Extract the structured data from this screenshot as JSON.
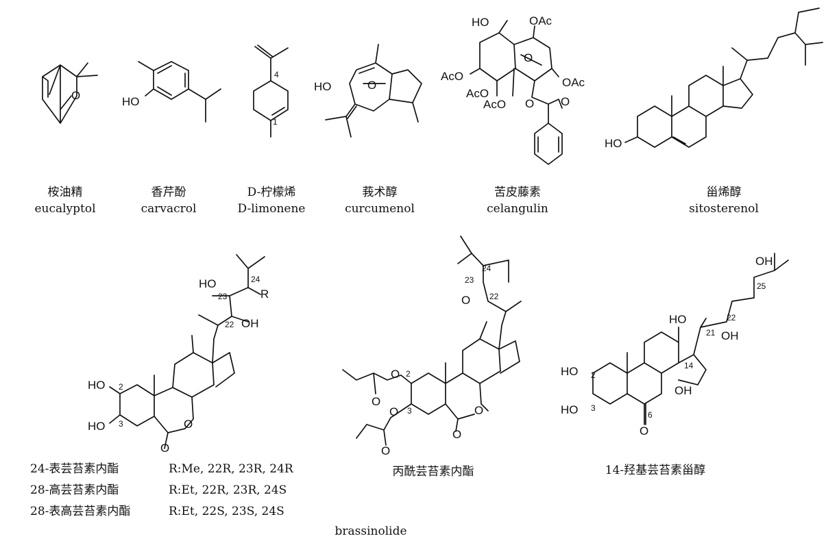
{
  "compounds_top": [
    {
      "zh": "桉油精",
      "en": "eucalyptol"
    },
    {
      "zh": "香芹酚",
      "en": "carvacrol"
    },
    {
      "zh": "D-柠檬烯",
      "en": "D-limonene"
    },
    {
      "zh": "莪术醇",
      "en": "curcumenol"
    },
    {
      "zh": "苦皮藤素",
      "en": "celangulin"
    },
    {
      "zh": "甾烯醇",
      "en": "sitosterenol"
    }
  ],
  "brassinolide_variants": [
    {
      "name": "24-表芸苔素内酯",
      "config": "R:Me, 22R, 23R, 24R"
    },
    {
      "name": "28-高芸苔素内酯",
      "config": "R:Et, 22R, 23R, 24S"
    },
    {
      "name": "28-表高芸苔素内酯",
      "config": "R:Et, 22S, 23S, 24S"
    }
  ],
  "middle_label": "丙酰芸苔素内酯",
  "right_label": "14-羟基芸苔素甾醇",
  "bottom_label": "brassinolide",
  "atoms": {
    "o": "O",
    "ho": "HO",
    "oh": "OH",
    "oac": "OAc",
    "aco": "AcO",
    "r": "R",
    "n1": "1",
    "n2": "2",
    "n3": "3",
    "n4": "4",
    "n6": "6",
    "n14": "14",
    "n21": "21",
    "n22": "22",
    "n23": "23",
    "n24": "24",
    "n25": "25"
  }
}
